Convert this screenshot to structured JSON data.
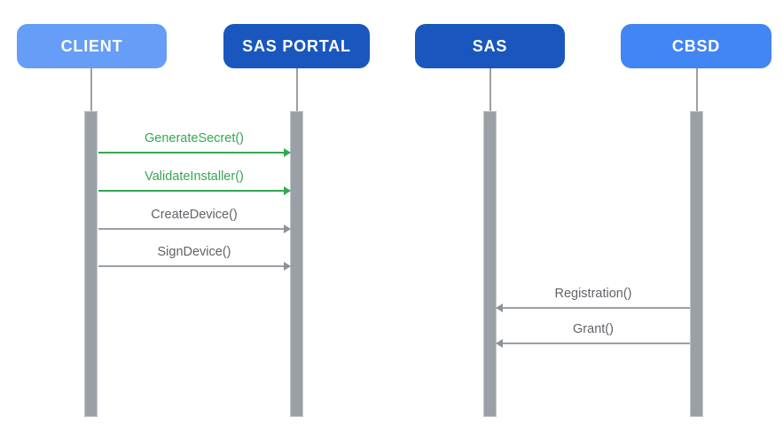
{
  "diagram": {
    "type": "sequence-diagram",
    "actors": [
      {
        "id": "client",
        "label": "CLIENT",
        "color": "#669DF6"
      },
      {
        "id": "sas-portal",
        "label": "SAS PORTAL",
        "color": "#1957BE"
      },
      {
        "id": "sas",
        "label": "SAS",
        "color": "#1957BE"
      },
      {
        "id": "cbsd",
        "label": "CBSD",
        "color": "#4285F4"
      }
    ],
    "messages": [
      {
        "label": "GenerateSecret()",
        "from": "CLIENT",
        "to": "SAS PORTAL",
        "direction": "right",
        "color": "#34A853"
      },
      {
        "label": "ValidateInstaller()",
        "from": "CLIENT",
        "to": "SAS PORTAL",
        "direction": "right",
        "color": "#34A853"
      },
      {
        "label": "CreateDevice()",
        "from": "CLIENT",
        "to": "SAS PORTAL",
        "direction": "right",
        "color": "#5F6368"
      },
      {
        "label": "SignDevice()",
        "from": "CLIENT",
        "to": "SAS PORTAL",
        "direction": "right",
        "color": "#5F6368"
      },
      {
        "label": "Registration()",
        "from": "CBSD",
        "to": "SAS",
        "direction": "left",
        "color": "#5F6368"
      },
      {
        "label": "Grant()",
        "from": "CBSD",
        "to": "SAS",
        "direction": "left",
        "color": "#5F6368"
      }
    ],
    "colors": {
      "lifeline": "#9AA0A6",
      "activation_bar": "#9AA0A6",
      "green_accent": "#34A853",
      "gray_text": "#5F6368",
      "background": "#ffffff"
    }
  }
}
